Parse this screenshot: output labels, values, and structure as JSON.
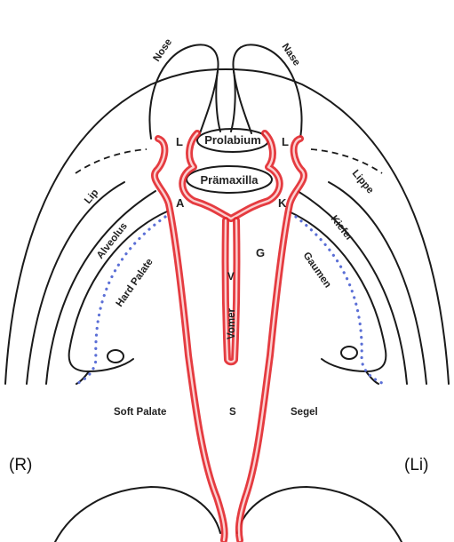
{
  "labels": {
    "nose_right": "Nose",
    "nose_left": "Nase",
    "prolabium": "Prolabium",
    "premaxilla": "Prämaxilla",
    "l_right": "L",
    "l_left": "L",
    "a": "A",
    "k": "K",
    "g": "G",
    "v": "V",
    "vomer": "Vomer",
    "lip": "Lip",
    "lippe": "Lippe",
    "alveolus": "Alveolus",
    "kiefer": "Kiefer",
    "hard_palate": "Hard Palate",
    "gaumen": "Gaumen",
    "soft_palate": "Soft Palate",
    "s": "S",
    "segel": "Segel",
    "side_right": "(R)",
    "side_left": "(Li)"
  },
  "colors": {
    "cleft_outline": "#e2262b",
    "dotted_boundary": "#5b6fd6",
    "ink": "#1a1a1a"
  }
}
